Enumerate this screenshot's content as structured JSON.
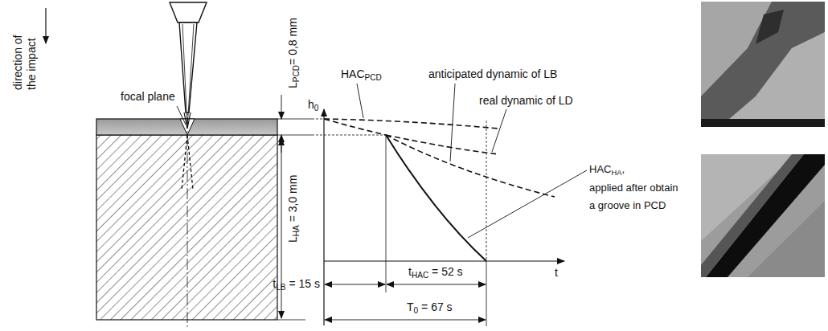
{
  "diagram": {
    "labels": [
      "direction of the impact",
      "focal plane",
      "LPCD= 0,8 mm",
      "LHA = 3,0 mm",
      "h0",
      "t",
      "HACPCD",
      "anticipated dynamic of LB",
      "real dynamic of LD",
      "HACHA, applied after obtain a groove in PCD",
      "tLB = 15 s",
      "tHAC = 52 s",
      "T0 = 67 s"
    ]
  }
}
